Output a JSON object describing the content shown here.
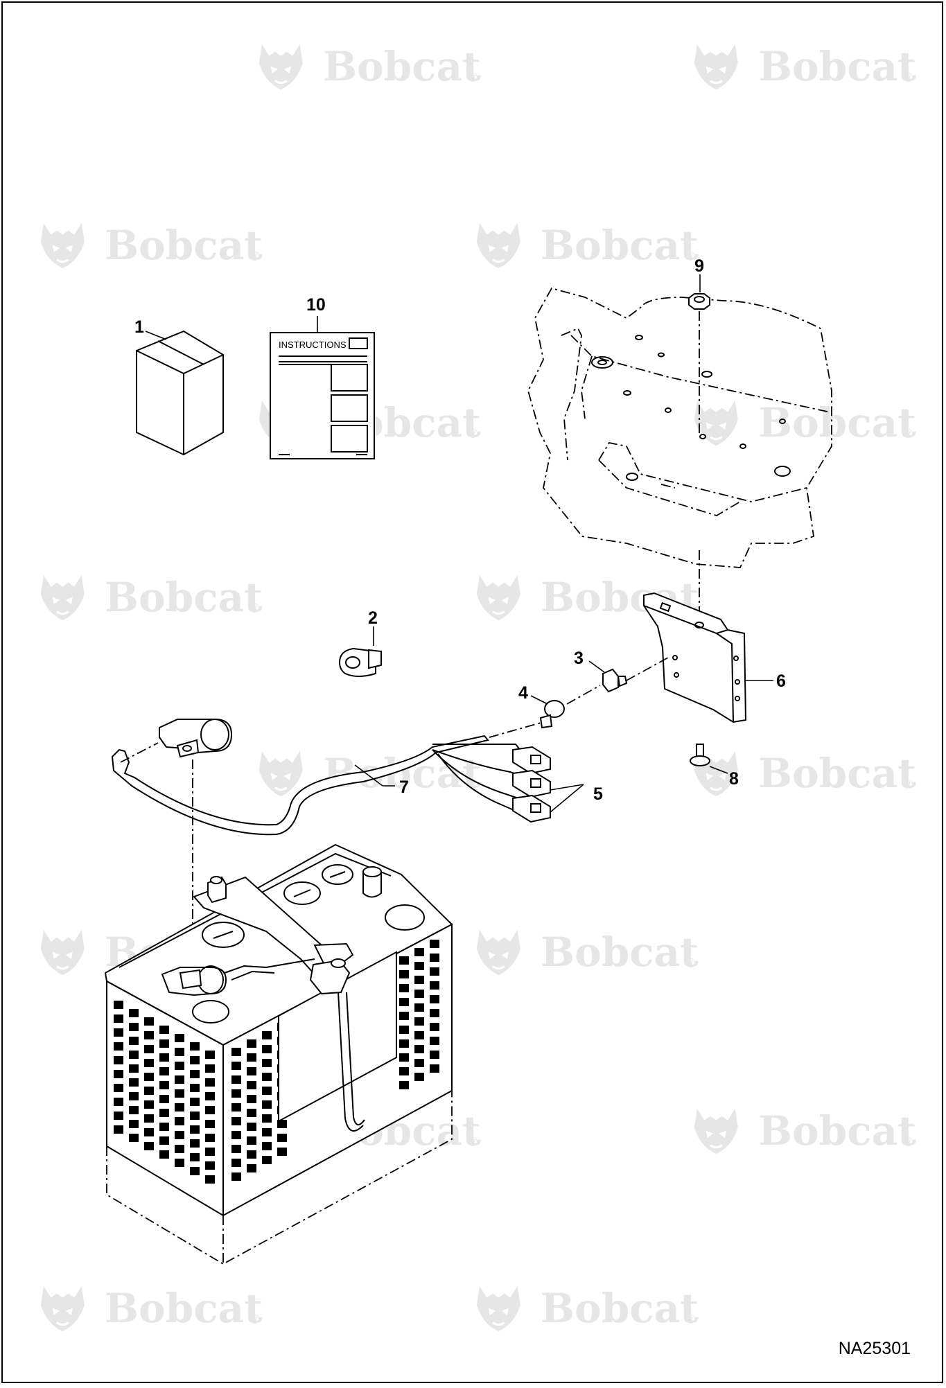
{
  "diagram": {
    "reference_code": "NA25301",
    "watermark_text": "Bobcat",
    "watermark_mark": "®",
    "booklet_heading": "INSTRUCTIONS",
    "callouts": [
      {
        "id": "1",
        "label": "1"
      },
      {
        "id": "2",
        "label": "2"
      },
      {
        "id": "3",
        "label": "3"
      },
      {
        "id": "4",
        "label": "4"
      },
      {
        "id": "5",
        "label": "5"
      },
      {
        "id": "6",
        "label": "6"
      },
      {
        "id": "7",
        "label": "7"
      },
      {
        "id": "8",
        "label": "8"
      },
      {
        "id": "9",
        "label": "9"
      },
      {
        "id": "10",
        "label": "10"
      }
    ],
    "colors": {
      "line": "#000000",
      "background": "#ffffff",
      "watermark": "#e6e6e6"
    },
    "icons": [
      "bobcat-logo-icon"
    ]
  }
}
